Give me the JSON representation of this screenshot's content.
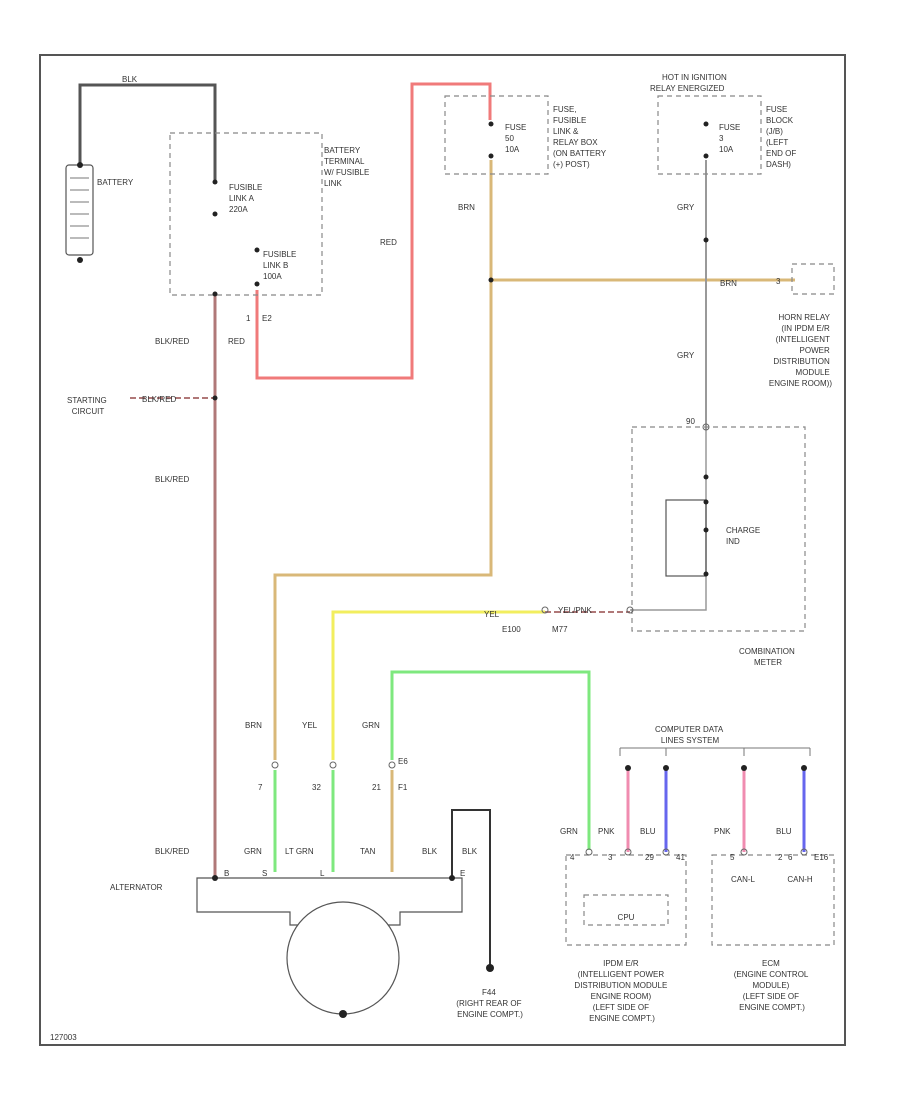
{
  "colors": {
    "red": "#f07a7a",
    "black": "#555555",
    "black_red": "#b07878",
    "brown": "#d9b878",
    "yellow": "#f2ee5e",
    "green": "#7ee87e",
    "pink": "#f08cb0",
    "blue": "#6666ee",
    "gray": "#999999",
    "black_wire": "#333333"
  },
  "components": {
    "battery": "BATTERY",
    "fusible_box": [
      "BATTERY",
      "TERMINAL",
      "W/ FUSIBLE",
      "LINK"
    ],
    "fusible_link_a": [
      "FUSIBLE",
      "LINK A",
      "220A"
    ],
    "fusible_link_b": [
      "FUSIBLE",
      "LINK B",
      "100A"
    ],
    "fuse_50": [
      "FUSE",
      "50",
      "10A"
    ],
    "fusible_relay_box": [
      "FUSE,",
      "FUSIBLE",
      "LINK &",
      "RELAY BOX",
      "(ON BATTERY",
      "(+) POST)"
    ],
    "hot_ignition_top": [
      "HOT IN IGNITION",
      "RELAY ENERGIZED"
    ],
    "fuse_3": [
      "FUSE",
      "3",
      "10A"
    ],
    "fuse_block": [
      "FUSE",
      "BLOCK",
      "(J/B)",
      "(LEFT",
      "END OF",
      "DASH)"
    ],
    "horn_relay": [
      "HORN RELAY",
      "(IN IPDM E/R",
      "(INTELLIGENT",
      "POWER",
      "DISTRIBUTION",
      "MODULE",
      "ENGINE ROOM))"
    ],
    "starting_circuit": [
      "STARTING",
      "CIRCUIT"
    ],
    "charge_ind": [
      "CHARGE",
      "IND"
    ],
    "combination_meter": [
      "COMBINATION",
      "METER"
    ],
    "comm_lines": [
      "COMPUTER DATA",
      "LINES SYSTEM"
    ],
    "alternator": "ALTERNATOR",
    "ground_f44": [
      "F44",
      "(RIGHT REAR OF",
      "ENGINE COMPT.)"
    ],
    "cpu": "CPU",
    "ipdm": [
      "IPDM E/R",
      "(INTELLIGENT POWER",
      "DISTRIBUTION MODULE",
      "ENGINE ROOM)",
      "(LEFT SIDE OF",
      "ENGINE COMPT.)"
    ],
    "ecm": [
      "ECM",
      "(ENGINE CONTROL",
      "MODULE)",
      "(LEFT SIDE OF",
      "ENGINE COMPT.)"
    ],
    "canl": "CAN-L",
    "canh": "CAN-H"
  },
  "wire_labels": {
    "blk_top": "BLK",
    "red_vertical": "RED",
    "brn_top": "BRN",
    "gry_top": "GRY",
    "gry_mid": "GRY",
    "brn_horn": "BRN",
    "blk_red_1": "BLK/RED",
    "red_mid": "RED",
    "blk_red_start": "BLK/RED",
    "blk_red_2": "BLK/RED",
    "yel_meter": "YEL",
    "yel_pink": "YEL/PNK",
    "brn_alt": "BRN",
    "yel_alt": "YEL",
    "grn_alt": "GRN",
    "blk_red_alt": "BLK/RED",
    "grn_alt_bottom": "GRN",
    "lt_grn": "LT GRN",
    "tan": "TAN",
    "blk_1": "BLK",
    "blk_2": "BLK",
    "grn_ipdm": "GRN",
    "pnk_ipdm": "PNK",
    "blu_ipdm": "BLU",
    "pnk_ecm": "PNK",
    "blu_ecm": "BLU"
  },
  "pins": {
    "p1": "1",
    "e2": "E2",
    "p7": "7",
    "p32": "32",
    "e6": "E6",
    "p21": "21",
    "f1": "F1",
    "e100": "E100",
    "m77": "M77",
    "b": "B",
    "s": "S",
    "l": "L",
    "e": "E",
    "p90": "90",
    "p4": "4",
    "p3": "3",
    "p29": "29",
    "p41": "41",
    "p5": "5",
    "p6": "6",
    "p2": "2",
    "e16": "E16"
  },
  "footer_code": "127003"
}
